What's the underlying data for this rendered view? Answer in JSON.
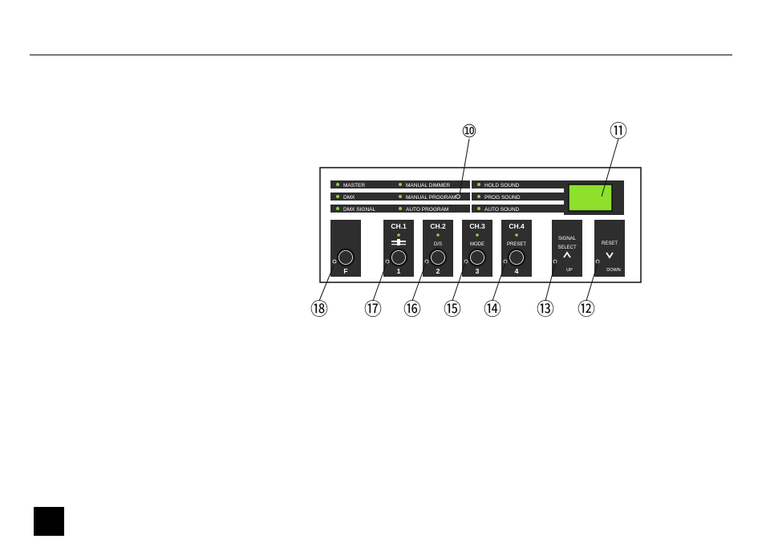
{
  "panel": {
    "status_rows": [
      [
        "MASTER",
        "MANUAL DIMMER",
        "HOLD SOUND"
      ],
      [
        "DMX",
        "MANUAL PROGRAM",
        "PROG SOUND"
      ],
      [
        "DMX SIGNAL",
        "AUTO PROGRAM",
        "AUTO SOUND"
      ]
    ],
    "buttons": [
      {
        "channel": "",
        "label": "",
        "number": "F"
      },
      {
        "channel": "CH.1",
        "label": "",
        "number": "1"
      },
      {
        "channel": "CH.2",
        "label": "D/S",
        "number": "2"
      },
      {
        "channel": "CH.3",
        "label": "MODE",
        "number": "3"
      },
      {
        "channel": "CH.4",
        "label": "PRESET",
        "number": "4"
      },
      {
        "channel": "",
        "label": "SIGNAL\nSELECT",
        "arrow": "up",
        "sub": "UP"
      },
      {
        "channel": "",
        "label": "RESET",
        "arrow": "down",
        "sub": "DOWN"
      }
    ],
    "callouts": [
      {
        "number": "⑩",
        "target": "manual-program-led"
      },
      {
        "number": "⑪",
        "target": "display"
      },
      {
        "number": "⑫",
        "target": "reset-down-button"
      },
      {
        "number": "⑬",
        "target": "signal-select-up-button"
      },
      {
        "number": "⑭",
        "target": "ch4-preset-button"
      },
      {
        "number": "⑮",
        "target": "ch3-mode-button"
      },
      {
        "number": "⑯",
        "target": "ch2-ds-button"
      },
      {
        "number": "⑰",
        "target": "ch1-button"
      },
      {
        "number": "⑱",
        "target": "f-button"
      }
    ]
  },
  "colors": {
    "panel_bg": "#ffffff",
    "panel_border": "#111111",
    "strip_bg": "#2e2e2e",
    "led_green": "#8cd43c",
    "display_green": "#8ee02c",
    "text_light": "#ffffff"
  }
}
